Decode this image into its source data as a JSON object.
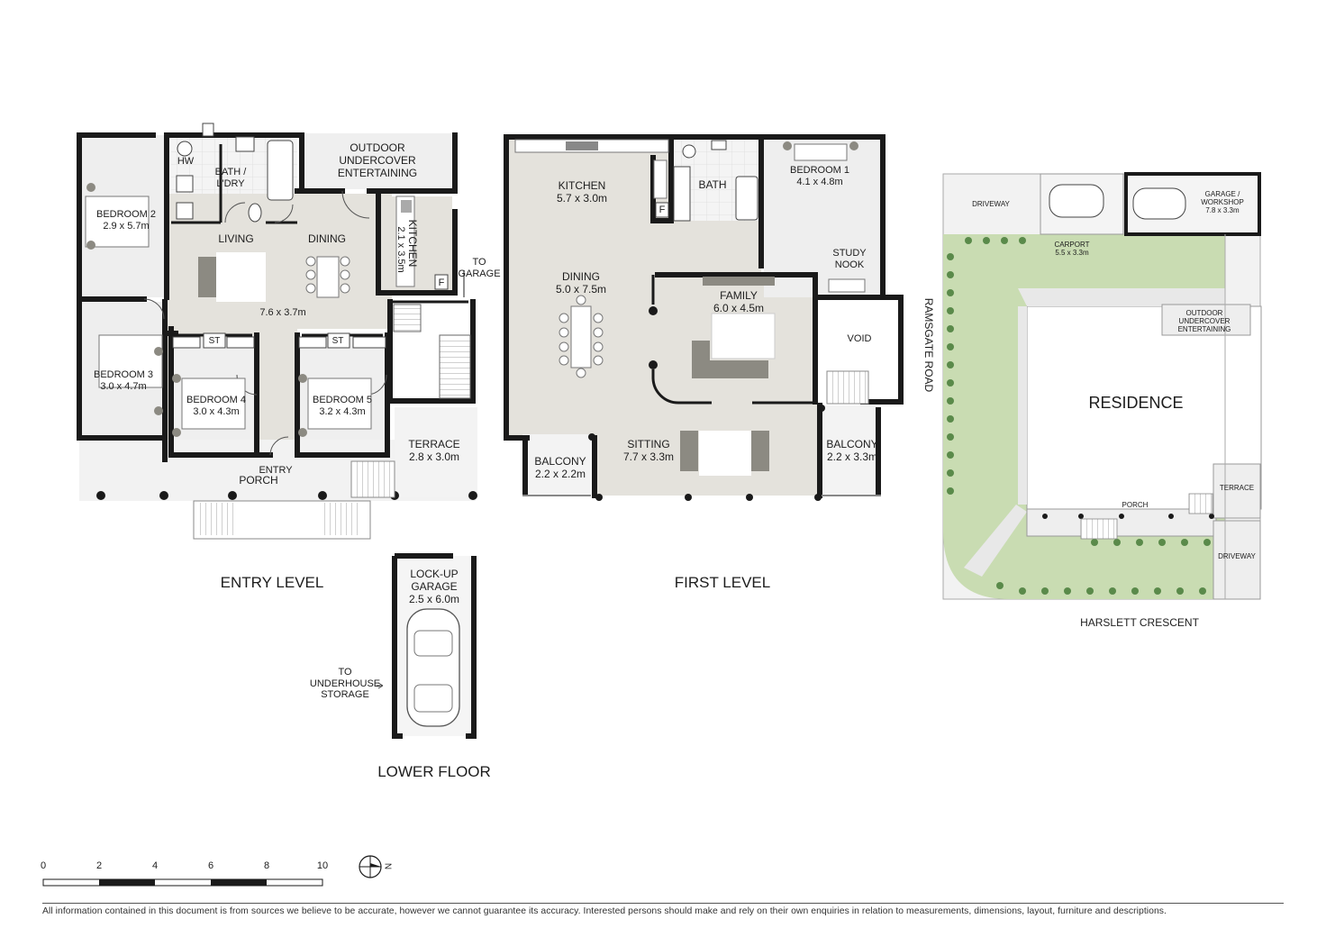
{
  "entry_level": {
    "title": "ENTRY LEVEL",
    "rooms": {
      "bedroom2": {
        "name": "BEDROOM 2",
        "size": "2.9 x 5.7m"
      },
      "hw": "HW",
      "bath": {
        "name": "BATH /",
        "name2": "L'DRY"
      },
      "outdoor": {
        "l1": "OUTDOOR",
        "l2": "UNDERCOVER",
        "l3": "ENTERTAINING"
      },
      "living": "LIVING",
      "dining": "DINING",
      "living_size": "7.6 x 3.7m",
      "kitchen": {
        "name": "KITCHEN",
        "size": "2.1 x 3.5m"
      },
      "fridge": "F",
      "to_garage": {
        "l1": "TO",
        "l2": "GARAGE"
      },
      "bedroom3": {
        "name": "BEDROOM 3",
        "size": "3.0 x 4.7m"
      },
      "st": "ST",
      "bedroom4": {
        "name": "BEDROOM 4",
        "size": "3.0 x 4.3m"
      },
      "bedroom5": {
        "name": "BEDROOM 5",
        "size": "3.2 x 4.3m"
      },
      "terrace": {
        "name": "TERRACE",
        "size": "2.8 x 3.0m"
      },
      "entry": "ENTRY",
      "porch": "PORCH"
    }
  },
  "lower_floor": {
    "title": "LOWER FLOOR",
    "garage": {
      "l1": "LOCK-UP",
      "l2": "GARAGE",
      "size": "2.5 x 6.0m"
    },
    "to_storage": {
      "l1": "TO",
      "l2": "UNDERHOUSE",
      "l3": "STORAGE"
    }
  },
  "first_level": {
    "title": "FIRST LEVEL",
    "rooms": {
      "kitchen": {
        "name": "KITCHEN",
        "size": "5.7 x 3.0m"
      },
      "bath": "BATH",
      "fridge": "F",
      "bedroom1": {
        "name": "BEDROOM 1",
        "size": "4.1 x 4.8m"
      },
      "study": {
        "l1": "STUDY",
        "l2": "NOOK"
      },
      "dining": {
        "name": "DINING",
        "size": "5.0 x 7.5m"
      },
      "family": {
        "name": "FAMILY",
        "size": "6.0 x 4.5m"
      },
      "void": "VOID",
      "balcony_left": {
        "name": "BALCONY",
        "size": "2.2 x 2.2m"
      },
      "sitting": {
        "name": "SITTING",
        "size": "7.7 x 3.3m"
      },
      "balcony_right": {
        "name": "BALCONY",
        "size": "2.2 x 3.3m"
      }
    }
  },
  "site_plan": {
    "driveway_top": "DRIVEWAY",
    "carport": {
      "name": "CARPORT",
      "size": "5.5 x 3.3m"
    },
    "garage": {
      "l1": "GARAGE /",
      "l2": "WORKSHOP",
      "size": "7.8 x 3.3m"
    },
    "outdoor": {
      "l1": "OUTDOOR",
      "l2": "UNDERCOVER",
      "l3": "ENTERTAINING"
    },
    "residence": "RESIDENCE",
    "porch": "PORCH",
    "terrace": "TERRACE",
    "driveway_bottom": "DRIVEWAY",
    "road_side": "RAMSGATE ROAD",
    "road_bottom": "HARSLETT CRESCENT"
  },
  "scale_bar": {
    "ticks": [
      "0",
      "2",
      "4",
      "6",
      "8",
      "10"
    ],
    "north": "N"
  },
  "disclaimer": "All information contained in this document is from sources we believe to be accurate, however we cannot guarantee its accuracy. Interested persons should make and rely on their own enquiries in relation to measurements, dimensions, layout, furniture and descriptions.",
  "colors": {
    "wall": "#1a1a1a",
    "floor": "#e4e2dc",
    "tile": "#f3f3f3",
    "outdoor": "#f0f0f0",
    "lawn": "#c9dcb2",
    "hedge": "#5a8a4a",
    "furniture": "#8c8a82"
  }
}
